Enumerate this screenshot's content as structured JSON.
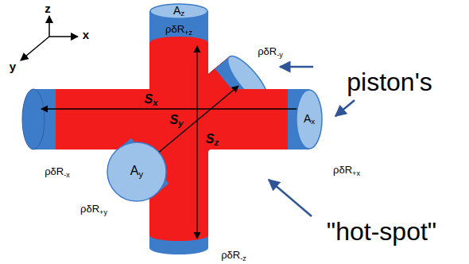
{
  "diagram": {
    "nodes": [
      {
        "text": [
          "Az"
        ]
      },
      {
        "text": [
          "Ax"
        ]
      },
      {
        "text": [
          "Ay"
        ]
      }
    ],
    "labels": [
      "z",
      "x",
      "y",
      "ρδR+z",
      "ρδR-y",
      "piston's",
      "Sx",
      "Sy",
      "Sz",
      "ρδR-x",
      "ρδR+x",
      "ρδR+y",
      "\"hot-spot\"",
      "ρδR-z"
    ]
  }
}
